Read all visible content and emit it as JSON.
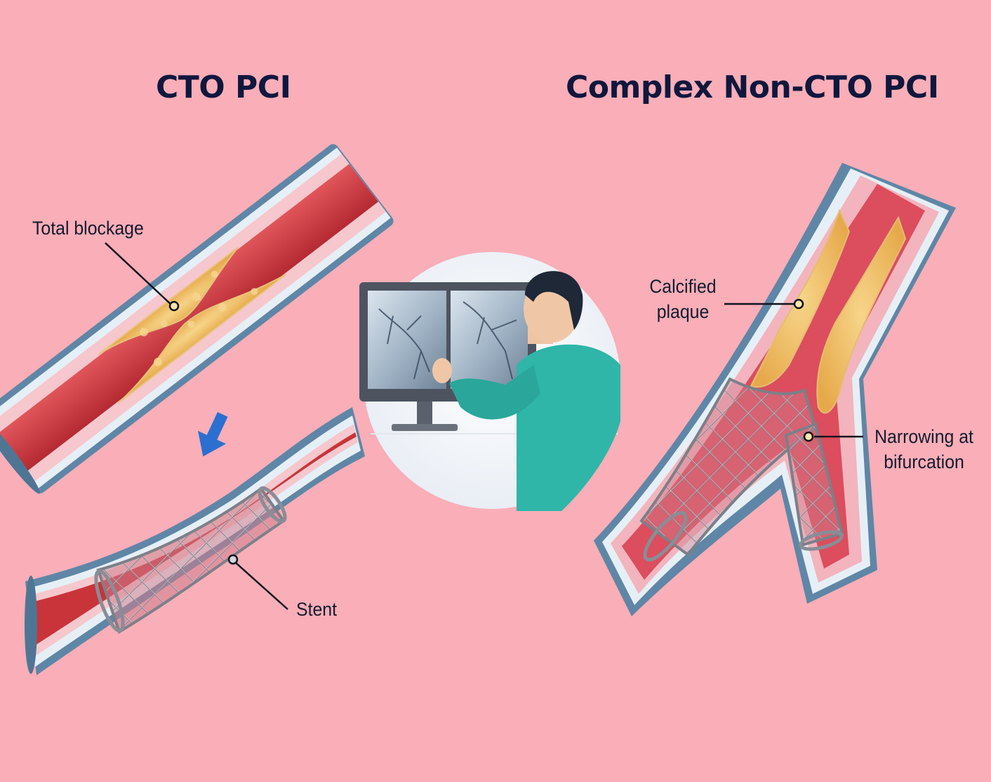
{
  "titles": {
    "left": "CTO PCI",
    "right": "Complex Non-CTO PCI"
  },
  "labels": {
    "total_blockage": "Total blockage",
    "stent": "Stent",
    "calcified_plaque_line1": "Calcified",
    "calcified_plaque_line2": "plaque",
    "narrowing_line1": "Narrowing at",
    "narrowing_line2": "bifurcation"
  },
  "colors": {
    "background": "#f9aeb8",
    "vessel_wall_outer": "#5f86a6",
    "vessel_tissue": "#f6c7cc",
    "vessel_lumen": "#c8343a",
    "plaque": "#efbb5f",
    "stent_mesh": "#7c7f88",
    "arrow": "#2b6fd1",
    "title_text": "#10173d"
  }
}
